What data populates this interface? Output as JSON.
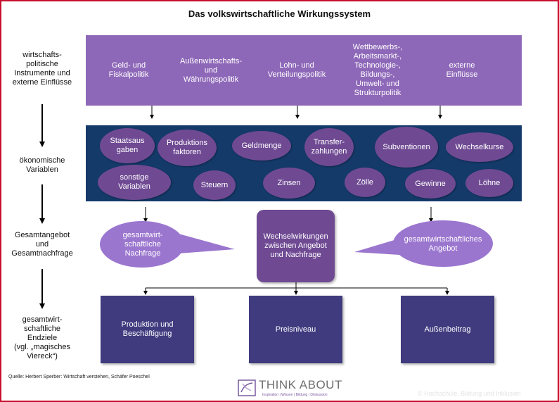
{
  "title": "Das volkswirtschaftliche Wirkungssystem",
  "row_labels": {
    "instruments": "wirtschafts-\npolitische\nInstrumente und\nexterne Einflüsse",
    "variables": "ökonomische\nVariablen",
    "aggregate": "Gesamtangebot\nund\nGesamtnachfrage",
    "goals": "gesamtwirt-\nschaftliche\nEndziele\n(vgl. „magisches\nViereck“)"
  },
  "instruments": [
    "Geld- und\nFiskalpolitik",
    "Außenwirtschafts-\nund\nWährungspolitik",
    "Lohn- und\nVerteilungspolitik",
    "Wettbewerbs-,\nArbeitsmarkt-,\nTechnologie-,\nBildungs-,\nUmwelt- und\nStrukturpolitik",
    "externe\nEinflüsse"
  ],
  "variables": [
    "Staatsaus\ngaben",
    "Produktions\nfaktoren",
    "Geldmenge",
    "Transfer-\nzahlungen",
    "Subventionen",
    "Wechselkurse",
    "sonstige\nVariablen",
    "Steuern",
    "Zinsen",
    "Zölle",
    "Gewinne",
    "Löhne"
  ],
  "aggregate": {
    "demand": "gesamtwirt-\nschaftliche\nNachfrage",
    "interaction": "Wechselwirkungen\nzwischen Angebot\nund Nachfrage",
    "supply": "gesamtwirtschaftliches\nAngebot"
  },
  "goals": [
    "Produktion und\nBeschäftigung",
    "Preisniveau",
    "Außenbeitrag"
  ],
  "source": "Quelle: Herbert Sperber: Wirtschaft verstehen, Schäfer Poeschel",
  "logo": {
    "name": "THINK ABOUT",
    "tagline": "Inspiration | Wissen | Bildung | Diskussion"
  },
  "watermark": "© Hochschule, Bildung und Inklusion",
  "colors": {
    "border": "#c8102e",
    "instrument_panel": "#8e68b8",
    "variable_panel": "#143a6a",
    "ellipse": "#6f4a93",
    "callout": "#9b76cf",
    "goal_box": "#3f3b7e"
  }
}
